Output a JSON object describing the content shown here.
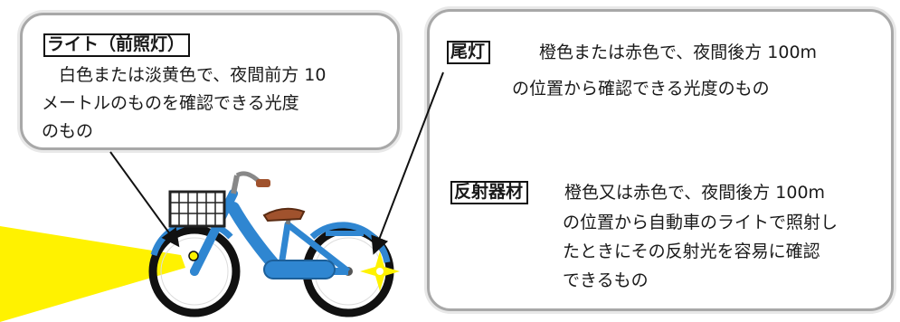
{
  "headlight": {
    "title": "ライト（前照灯）",
    "description": "　白色または淡黄色で、夜間前方 10\nメートルのものを確認できる光度\nのもの"
  },
  "taillight": {
    "title": "尾灯",
    "description_line1": "橙色または赤色で、夜間後方 100m",
    "description_line2": "の位置から確認できる光度のもの"
  },
  "reflector": {
    "title": "反射器材",
    "description_line1": "橙色又は赤色で、夜間後方 100m",
    "description_rest": "の位置から自動車のライトで照射し\nたときにその反射光を容易に確認\nできるもの"
  },
  "colors": {
    "frame": "#2f86d1",
    "tire": "#111111",
    "beam": "#fff200",
    "saddle": "#a0522d",
    "box_border": "#a8a8a8"
  },
  "icons": [
    "bicycle-icon",
    "headlight-beam-icon",
    "reflector-sparkle-icon",
    "basket-icon"
  ]
}
